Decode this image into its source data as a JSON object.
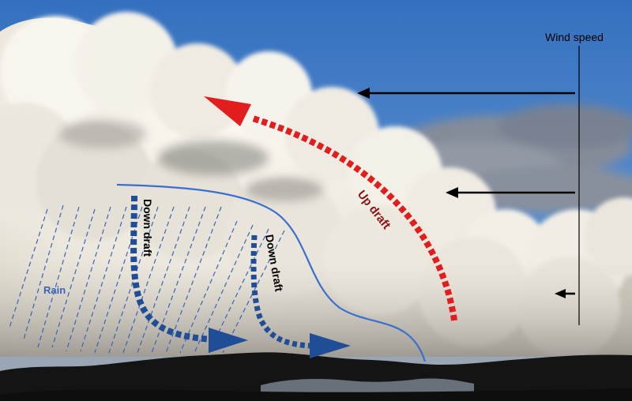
{
  "labels": {
    "wind_speed": "Wind speed",
    "up_draft": "Up draft",
    "down_draft_1": "Down draft",
    "down_draft_2": "Down draft",
    "rain": "Rain"
  },
  "colors": {
    "sky_top": "#3470bf",
    "sky_bottom": "#8fb4dc",
    "cloud": "#f7f4ec",
    "cloud_shadow": "#b9b6ad",
    "updraft": "#e11d1d",
    "updraft_label": "#8f1212",
    "downdraft": "#1f4e96",
    "rain": "#3a63b8",
    "outflow_line": "#3a6fd0",
    "wind_arrow": "#000000",
    "ground": "#141414",
    "water": "#9aa6b3"
  }
}
